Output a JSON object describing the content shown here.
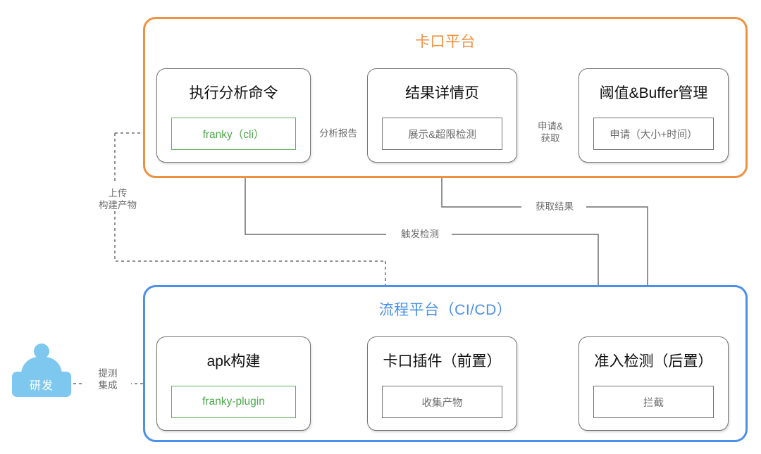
{
  "diagram": {
    "title_hidden": "",
    "colors": {
      "orange": "#ed9140",
      "blue": "#4a90e8",
      "green": "#4ea84b",
      "gray_line": "#6d6d6d",
      "actor_blue": "#7ec7ef"
    }
  },
  "platforms": [
    {
      "id": "gate",
      "title": "卡口平台",
      "color": "#ed9140"
    },
    {
      "id": "pipeline",
      "title": "流程平台（CI/CD）",
      "color": "#4a90e8"
    }
  ],
  "actor": {
    "name": "研发",
    "icon": "person-icon"
  },
  "cards": [
    {
      "id": "exec",
      "title": "执行分析命令",
      "inner": "franky（cli）",
      "inner_style": "green"
    },
    {
      "id": "result",
      "title": "结果详情页",
      "inner": "展示&超限检测",
      "inner_style": "plain"
    },
    {
      "id": "thresh",
      "title": "阈值&Buffer管理",
      "inner": "申请（大小+时间）",
      "inner_style": "plain"
    },
    {
      "id": "apk",
      "title": "apk构建",
      "inner": "franky-plugin",
      "inner_style": "green"
    },
    {
      "id": "plugin",
      "title": "卡口插件（前置）",
      "inner": "收集产物",
      "inner_style": "plain"
    },
    {
      "id": "admit",
      "title": "准入检测（后置）",
      "inner": "拦截",
      "inner_style": "plain"
    }
  ],
  "edges": [
    {
      "id": "report",
      "label": "分析报告",
      "style": "dashed"
    },
    {
      "id": "apply",
      "label": "申请&\n获取",
      "label_line1": "申请&",
      "label_line2": "获取",
      "style": "dashed"
    },
    {
      "id": "upload",
      "label_line1": "上传",
      "label_line2": "构建产物",
      "style": "dashed"
    },
    {
      "id": "submit",
      "label_line1": "提测",
      "label_line2": "集成",
      "style": "dashed"
    },
    {
      "id": "fetch",
      "label": "获取结果",
      "style": "solid"
    },
    {
      "id": "trigger",
      "label": "触发检测",
      "style": "solid"
    },
    {
      "id": "collect",
      "label": "",
      "style": "dashed"
    },
    {
      "id": "block",
      "label": "",
      "style": "dashed"
    }
  ]
}
